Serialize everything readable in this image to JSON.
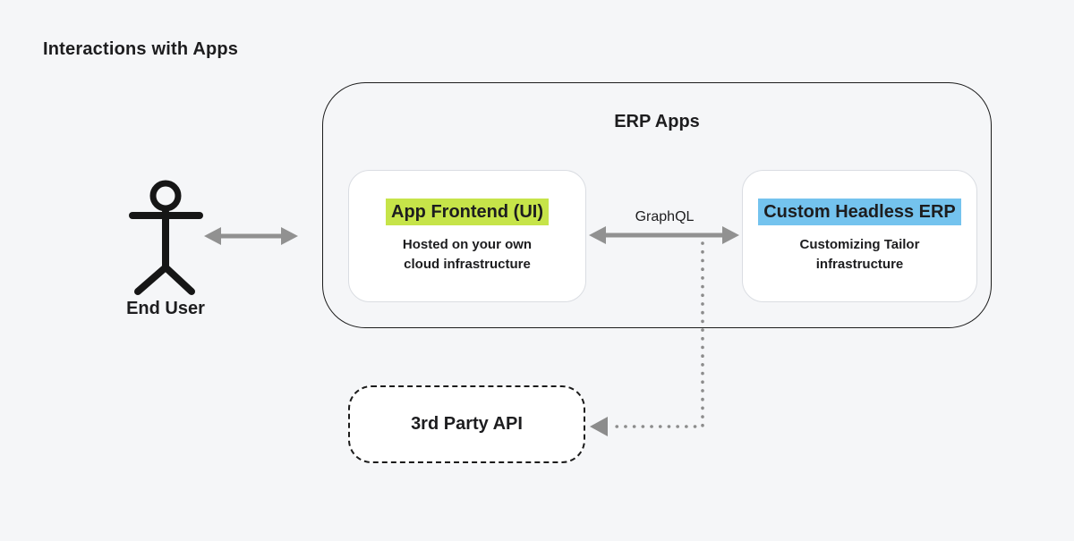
{
  "page": {
    "title": "Interactions with Apps"
  },
  "actor": {
    "label": "End User"
  },
  "erp_container": {
    "title": "ERP Apps",
    "nodes": {
      "frontend": {
        "title": "App Frontend (UI)",
        "subtitle": "Hosted on your own cloud infrastructure"
      },
      "headless_erp": {
        "title": "Custom Headless ERP",
        "subtitle": "Customizing Tailor infrastructure"
      }
    }
  },
  "external": {
    "api": {
      "title": "3rd Party API"
    }
  },
  "edges": {
    "graphql_label": "GraphQL"
  },
  "colors": {
    "page_bg": "#f5f6f8",
    "text": "#1d1d1f",
    "frontend_highlight": "#c6e449",
    "erp_highlight": "#74c3ee",
    "arrow_gray": "#919191",
    "dotted_gray": "#8c8c8c",
    "node_border": "#dadde2",
    "container_border": "#1c1c1c",
    "node_bg": "#ffffff"
  }
}
